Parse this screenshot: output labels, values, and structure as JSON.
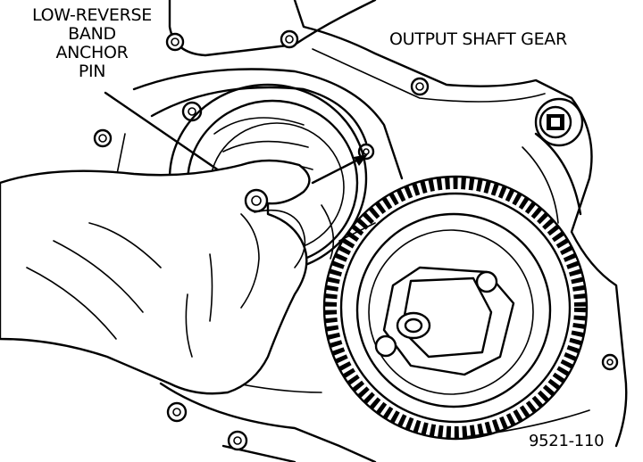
{
  "labels": {
    "band_line1": "LOW-REVERSE",
    "band_line2": "BAND",
    "band_line3": "ANCHOR",
    "band_line4": "PIN",
    "output_gear": "OUTPUT SHAFT GEAR",
    "figure_number": "9521-110"
  },
  "colors": {
    "ink": "#000000",
    "paper": "#ffffff"
  }
}
